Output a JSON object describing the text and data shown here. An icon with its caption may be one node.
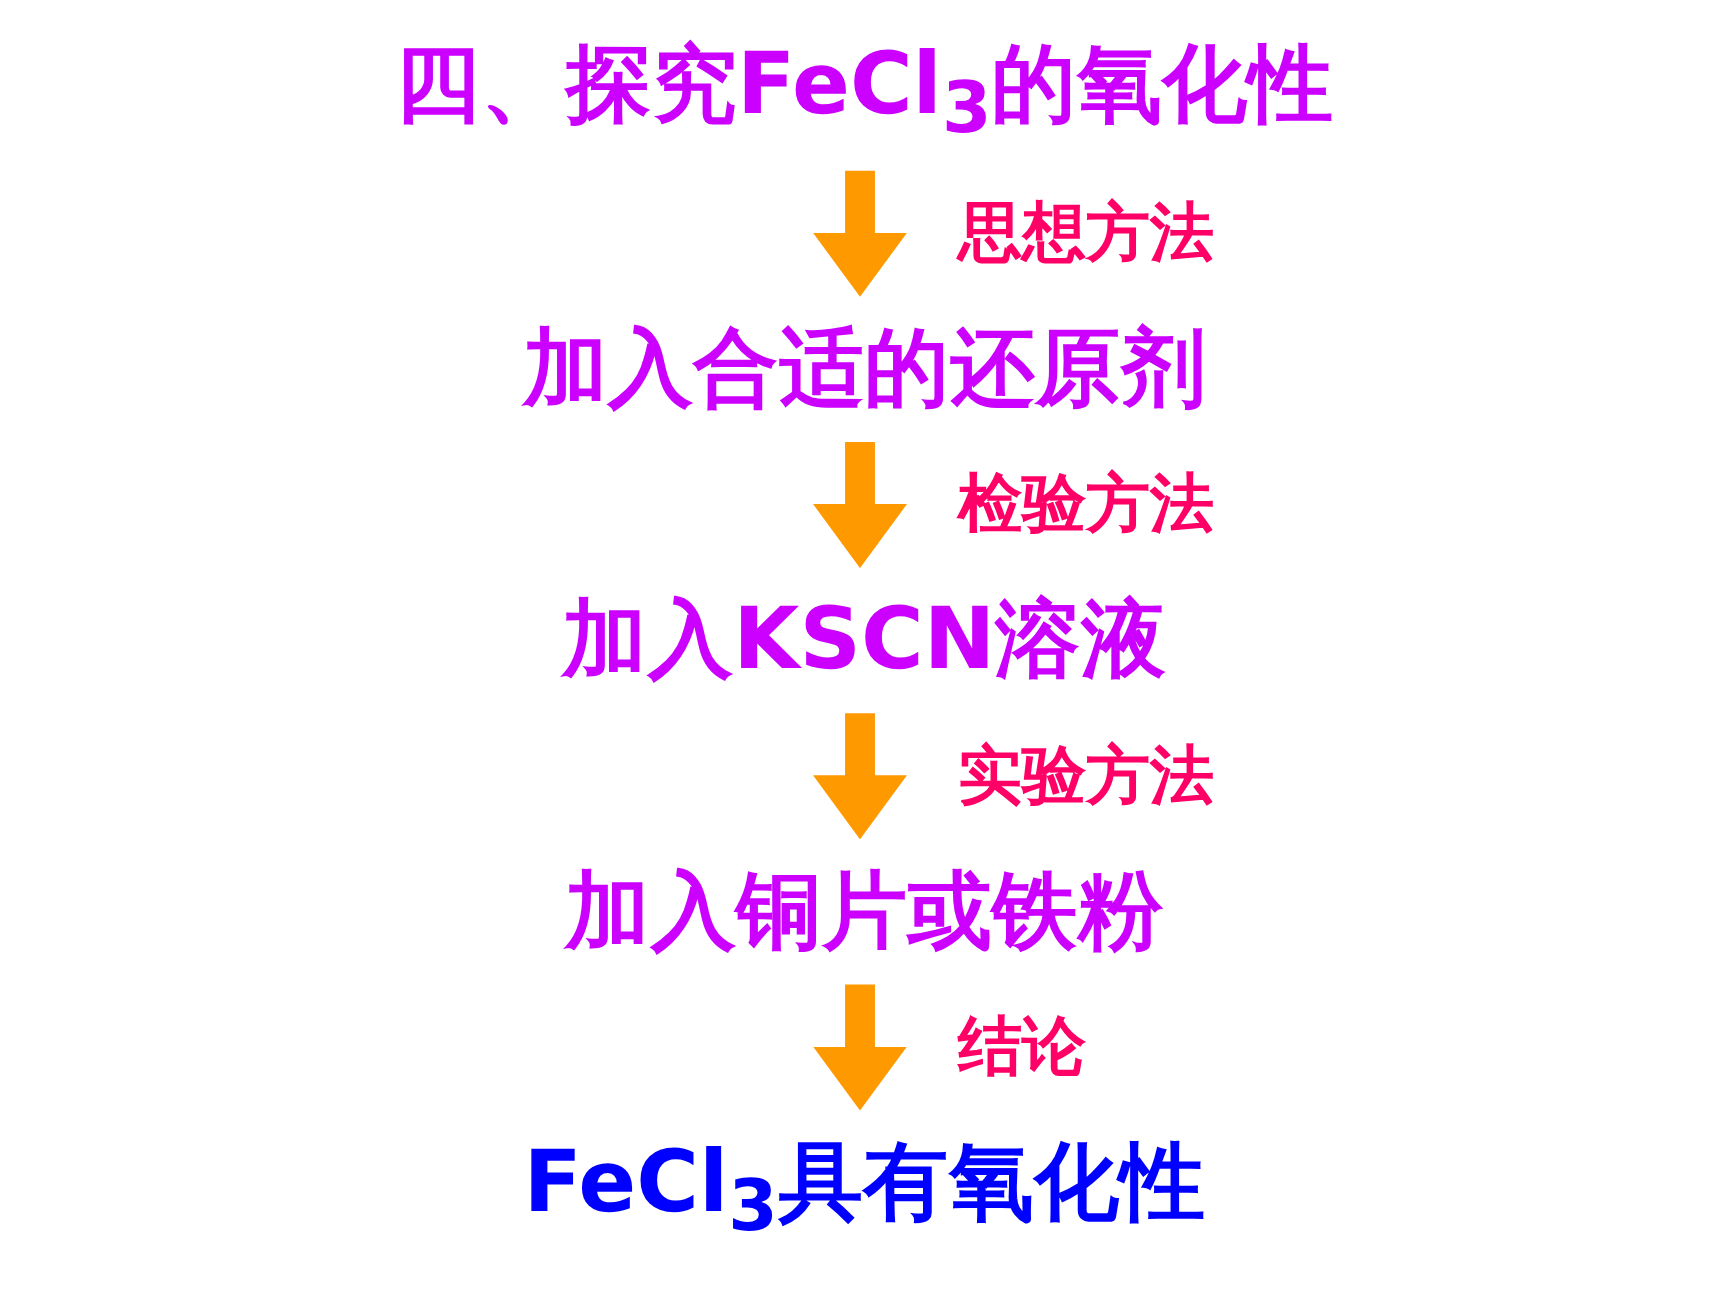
{
  "diagram": {
    "nodes": [
      {
        "text": [
          "四、探究FeCl$_{3}$的氧化性"
        ]
      },
      {
        "text": [
          "加入合适的还原剂"
        ]
      },
      {
        "text": [
          "加入KSCN溶液"
        ]
      },
      {
        "text": [
          "加入铜片或铁粉"
        ]
      },
      {
        "text": [
          "FeCl$_{3}$具有氧化性"
        ]
      }
    ],
    "edges": [
      {
        "from": 0,
        "to": 1,
        "arrow": "to",
        "label": "思想方法"
      },
      {
        "from": 1,
        "to": 2,
        "arrow": "to",
        "label": "检验方法"
      },
      {
        "from": 2,
        "to": 3,
        "arrow": "to",
        "label": "实验方法"
      },
      {
        "from": 3,
        "to": 4,
        "arrow": "to",
        "label": "结论"
      }
    ]
  }
}
